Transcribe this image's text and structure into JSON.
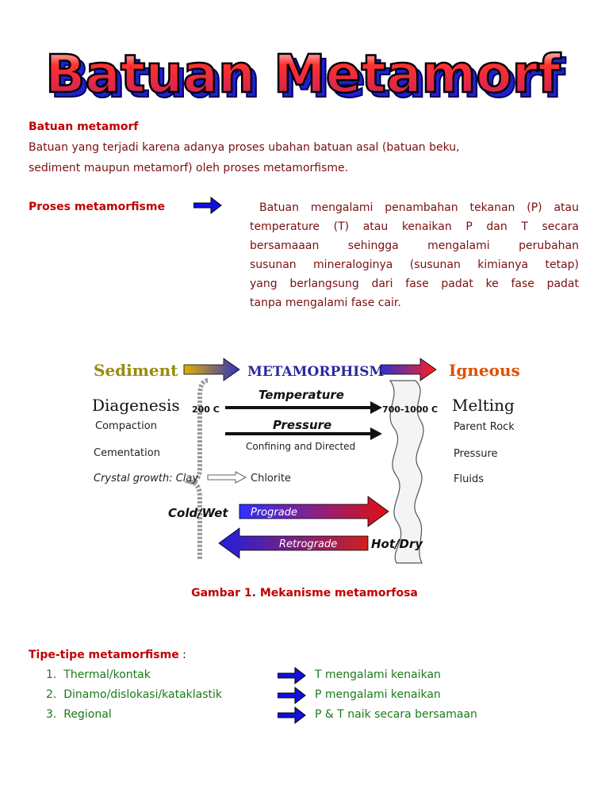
{
  "title": "Batuan Metamorf",
  "definition": {
    "heading": "Batuan metamorf",
    "line1": "Batuan yang terjadi karena adanya proses ubahan batuan asal (batuan beku,",
    "line2": "sediment maupun metamorf) oleh proses metamorfisme."
  },
  "process": {
    "label": "Proses metamorfisme",
    "lines": [
      "Batuan mengalami penambahan tekanan (P) atau",
      "temperature (T) atau kenaikan P dan T secara",
      "bersamaaan sehingga mengalami perubahan",
      "susunan mineraloginya (susunan kimianya tetap)",
      "yang berlangsung dari fase padat ke fase padat",
      "tanpa mengalami fase cair."
    ]
  },
  "diagram": {
    "sediment": "Sediment",
    "metamorphism": "METAMORPHISM",
    "igneous": "Igneous",
    "diagenesis": "Diagenesis",
    "compaction": "Compaction",
    "cementation": "Cementation",
    "crystal_growth": "Crystal growth: Clay",
    "chlorite": "Chlorite",
    "t200": "200 C",
    "temperature": "Temperature",
    "t700": "700-1000 C",
    "pressure": "Pressure",
    "confining": "Confining and Directed",
    "melting": "Melting",
    "parent_rock": "Parent Rock",
    "pressure2": "Pressure",
    "fluids": "Fluids",
    "cold_wet": "Cold/Wet",
    "prograde": "Prograde",
    "retrograde": "Retrograde",
    "hot_dry": "Hot/Dry"
  },
  "caption": "Gambar 1. Mekanisme metamorfosa",
  "types": {
    "heading": "Tipe-tipe metamorfisme",
    "colon": " :",
    "items": [
      {
        "num": "1.",
        "name": "Thermal/kontak",
        "desc": "T mengalami kenaikan"
      },
      {
        "num": "2.",
        "name": "Dinamo/dislokasi/kataklastik",
        "desc": "P mengalami kenaikan"
      },
      {
        "num": "3.",
        "name": "Regional",
        "desc": "P & T naik secara bersamaan"
      }
    ]
  },
  "colors": {
    "red": "#c00000",
    "darkred": "#7a1010",
    "green": "#1a7a1a",
    "arrow_blue": "#1010e0"
  }
}
